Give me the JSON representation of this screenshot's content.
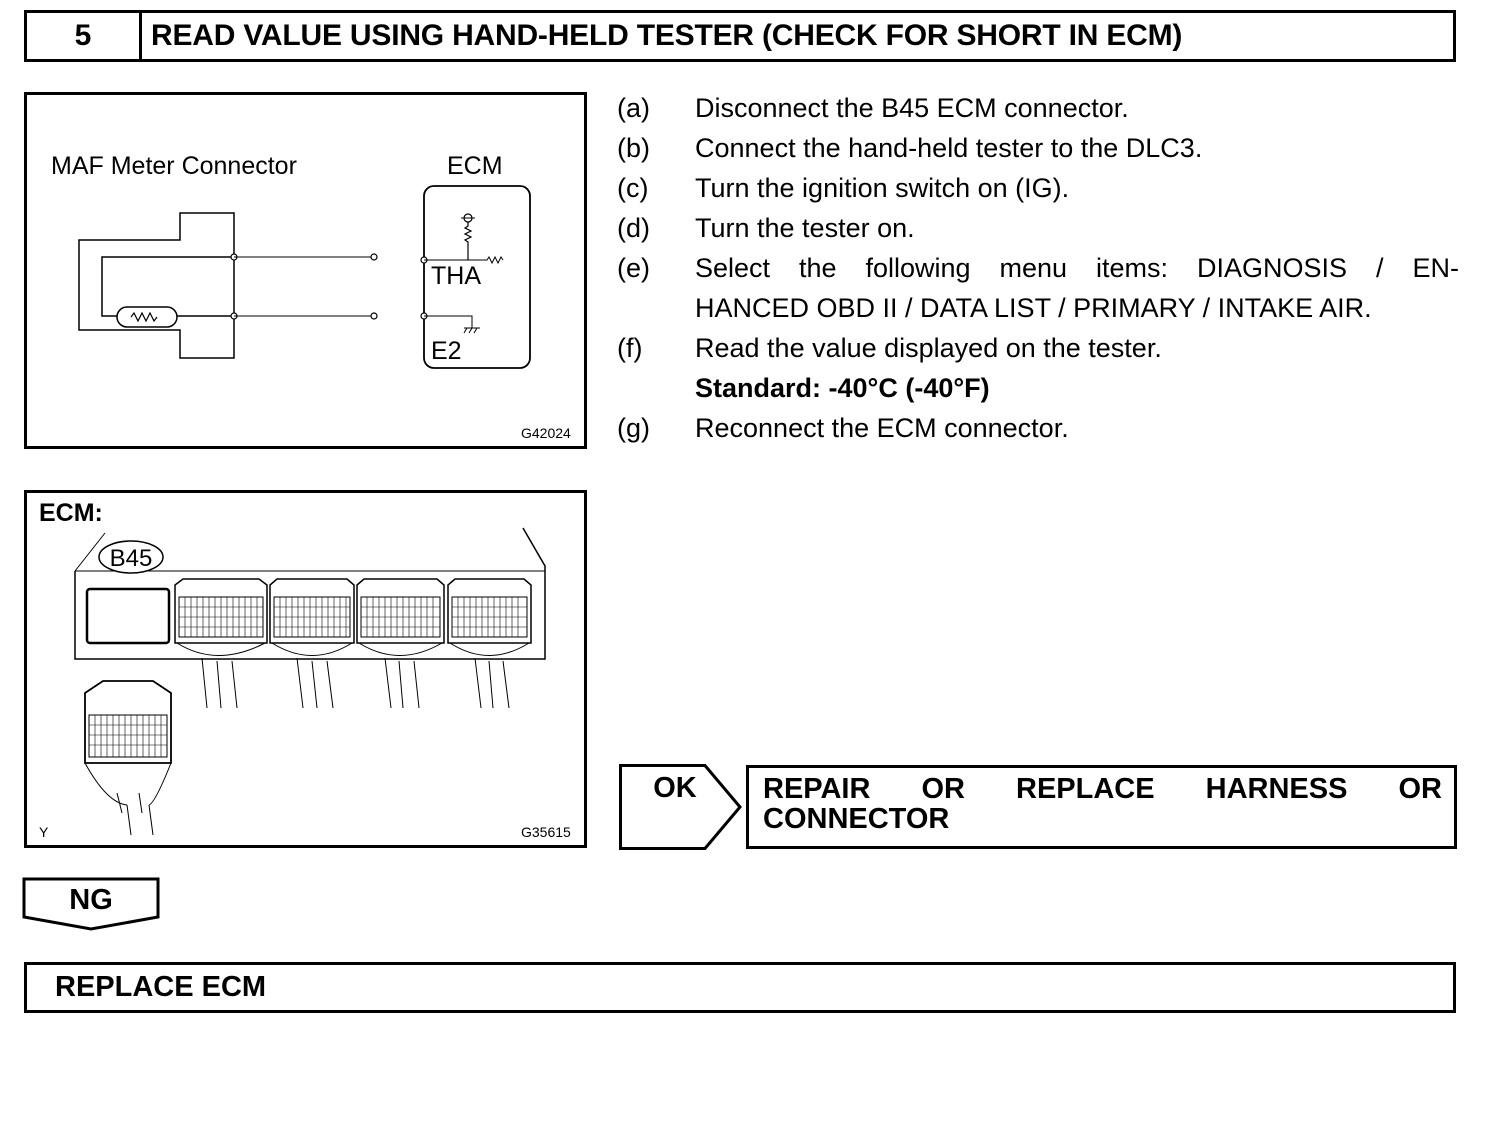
{
  "header": {
    "step_number": "5",
    "title": "READ VALUE USING HAND-HELD TESTER (CHECK FOR SHORT IN ECM)"
  },
  "figure1": {
    "maf_label": "MAF Meter Connector",
    "ecm_label": "ECM",
    "tha_label": "THA",
    "e2_label": "E2",
    "code": "G42024"
  },
  "figure2": {
    "ecm_label": "ECM:",
    "connector_label": "B45",
    "corner_mark": "Y",
    "code": "G35615"
  },
  "steps": [
    {
      "label": "(a)",
      "text": "Disconnect the B45 ECM connector."
    },
    {
      "label": "(b)",
      "text": "Connect the hand-held tester to the DLC3."
    },
    {
      "label": "(c)",
      "text": "Turn the ignition switch on (IG)."
    },
    {
      "label": "(d)",
      "text": "Turn the tester on."
    },
    {
      "label": "(e)",
      "text": "Select the following menu items: DIAGNOSIS / EN-",
      "text2": "HANCED OBD II / DATA LIST / PRIMARY / INTAKE AIR."
    },
    {
      "label": "(f)",
      "text": "Read the value displayed on the tester.",
      "standard": "Standard:  -40°C  (-40°F)"
    },
    {
      "label": "(g)",
      "text": "Reconnect the ECM connector."
    }
  ],
  "ok": {
    "label": "OK",
    "result_line1": "REPAIR OR REPLACE HARNESS OR",
    "result_line2": "CONNECTOR"
  },
  "ng": {
    "label": "NG",
    "result": "REPLACE ECM"
  }
}
